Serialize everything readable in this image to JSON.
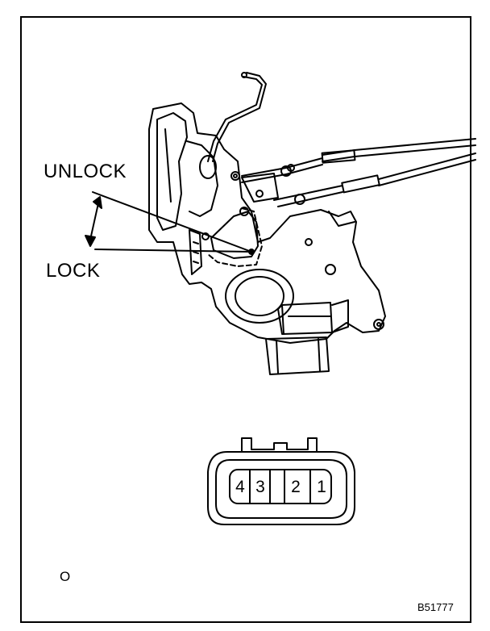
{
  "labels": {
    "unlock": "UNLOCK",
    "lock": "LOCK",
    "bottom_left": "O",
    "figure_code": "B51777"
  },
  "connector": {
    "pins": [
      "4",
      "3",
      "2",
      "1"
    ]
  }
}
